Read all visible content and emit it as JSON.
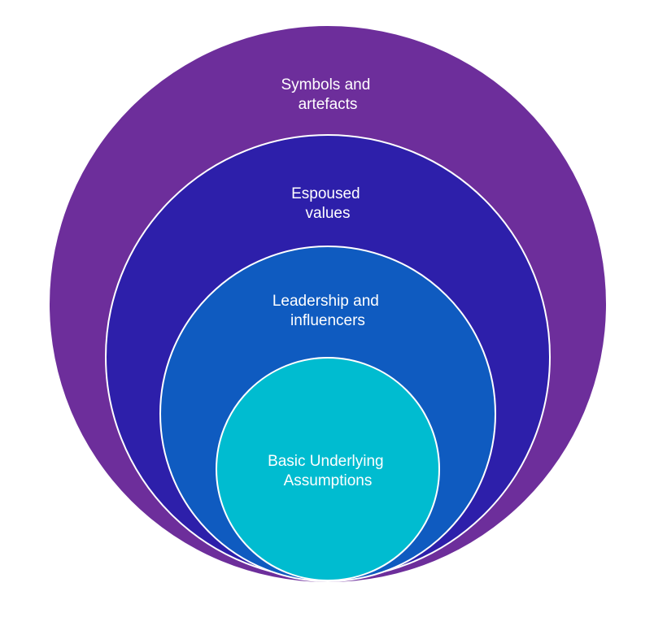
{
  "diagram": {
    "rings": [
      {
        "label_lines": [
          "Symbols and",
          "artefacts"
        ],
        "color": "#6D2E9B"
      },
      {
        "label_lines": [
          "Espoused",
          "values"
        ],
        "color": "#2D1FAA"
      },
      {
        "label_lines": [
          "Leadership and",
          "influencers"
        ],
        "color": "#0F5BC0"
      },
      {
        "label_lines": [
          "Basic Underlying",
          "Assumptions"
        ],
        "color": "#00BCD0"
      }
    ]
  }
}
